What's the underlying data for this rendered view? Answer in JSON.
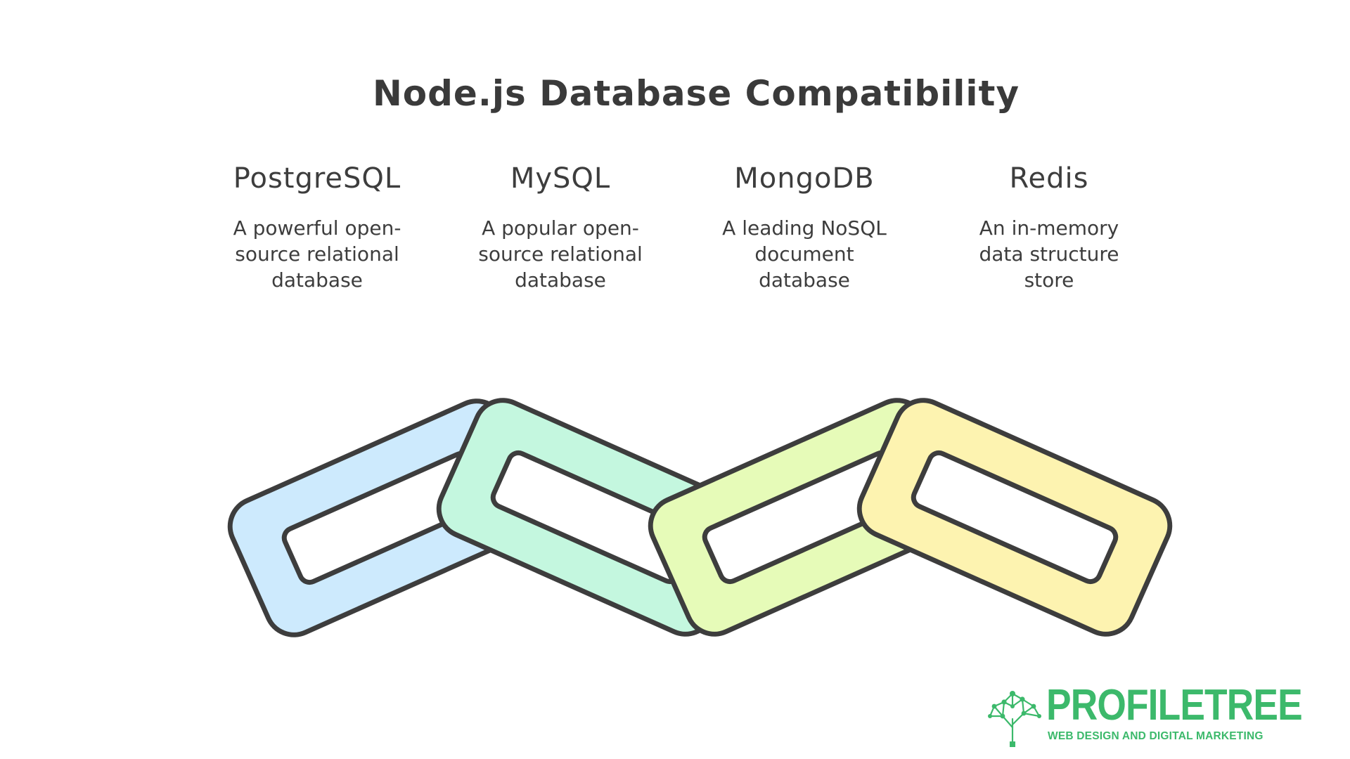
{
  "title": "Node.js Database Compatibility",
  "databases": [
    {
      "name": "PostgreSQL",
      "description": "A powerful open-source relational database",
      "color": "#cdeafd"
    },
    {
      "name": "MySQL",
      "description": "A popular open-source relational database",
      "color": "#c4f7df"
    },
    {
      "name": "MongoDB",
      "description": "A leading NoSQL document database",
      "color": "#e6fbb8"
    },
    {
      "name": "Redis",
      "description": "An in-memory data structure store",
      "color": "#fdf3b0"
    }
  ],
  "logo": {
    "wordmark": "PROFILETREE",
    "tagline": "WEB DESIGN AND DIGITAL MARKETING",
    "color": "#3cb96b"
  },
  "colors": {
    "outline": "#3d3d3d",
    "text": "#3d3d3d"
  }
}
